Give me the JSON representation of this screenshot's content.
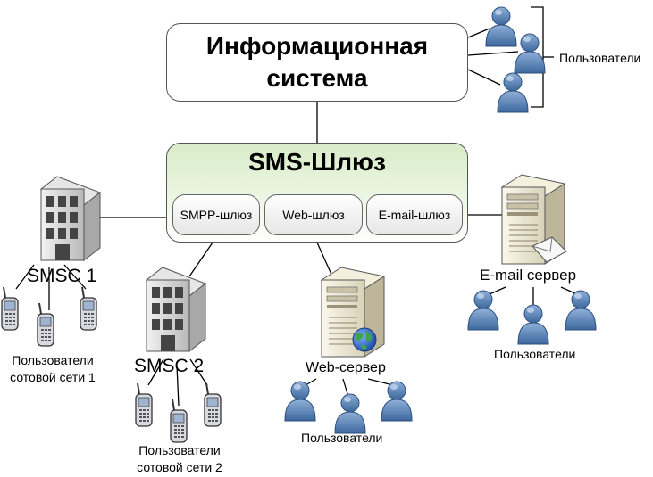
{
  "info_system": {
    "line1": "Информационная",
    "line2": "система"
  },
  "gateway": {
    "title": "SMS-Шлюз",
    "modules": [
      "SMPP-шлюз",
      "Web-шлюз",
      "E-mail-шлюз"
    ]
  },
  "nodes": {
    "smsc1": "SMSC 1",
    "smsc2": "SMSC 2",
    "web_server": "Web-сервер",
    "email_server": "E-mail сервер"
  },
  "user_groups": {
    "top_users": "Пользователи",
    "cell1_line1": "Пользователи",
    "cell1_line2": "сотовой сети 1",
    "cell2_line1": "Пользователи",
    "cell2_line2": "сотовой сети 2",
    "web_users": "Пользователи",
    "email_users": "Пользователи"
  },
  "icons": {
    "user": "user-icon",
    "phone": "mobile-phone-icon",
    "building": "office-building-icon",
    "server": "server-icon",
    "globe": "globe-icon",
    "envelope": "envelope-icon"
  }
}
